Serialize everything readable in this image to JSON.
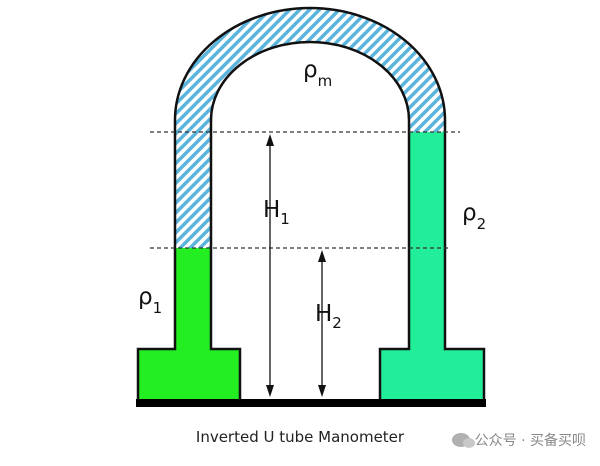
{
  "labels": {
    "rho_m": {
      "base": "ρ",
      "sub": "m"
    },
    "rho_1": {
      "base": "ρ",
      "sub": "1"
    },
    "rho_2": {
      "base": "ρ",
      "sub": "2"
    },
    "h1": {
      "base": "H",
      "sub": "1"
    },
    "h2": {
      "base": "H",
      "sub": "2"
    }
  },
  "caption": "Inverted U tube Manometer",
  "watermark": "公众号 · 买备买呗",
  "colors": {
    "left_liquid": "#22ee22",
    "right_liquid": "#22ee99",
    "manometric_fluid_hatch": "#5ab4dc",
    "outline": "#111111",
    "base": "#000000"
  },
  "icons": [
    "wechat-icon"
  ]
}
